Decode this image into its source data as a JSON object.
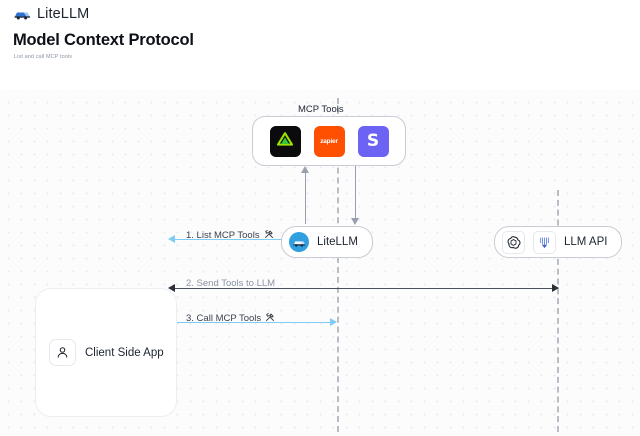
{
  "header": {
    "brand_name": "LiteLLM",
    "brand_logo_icon": "litellm-truck-logo"
  },
  "page": {
    "title": "Model Context Protocol",
    "subtitle": "List and call MCP tools"
  },
  "diagram": {
    "type": "sequence-diagram",
    "mcp_group": {
      "title": "MCP Tools",
      "tools": [
        {
          "name": "linear",
          "icon": "green-triangle-icon",
          "label": "",
          "bg": "#0b0b0d"
        },
        {
          "name": "zapier",
          "icon": "zapier-wordmark-icon",
          "label": "zapier",
          "bg": "#ff4f00"
        },
        {
          "name": "slack",
          "icon": "letter-s-icon",
          "label": "S",
          "bg": "#6c63f5"
        }
      ]
    },
    "nodes": [
      {
        "id": "litellm",
        "label": "LiteLLM",
        "icon": "litellm-avatar-icon"
      },
      {
        "id": "llm_api",
        "label": "LLM API",
        "icons": [
          "openai-logo-icon",
          "anthropic-logo-icon"
        ]
      },
      {
        "id": "client",
        "label": "Client Side App",
        "icon": "user-person-icon"
      }
    ],
    "edges": [
      {
        "step": "1",
        "label": "1. List MCP Tools",
        "emoji": "🛠",
        "color": "#7fcdf2",
        "direction": "bidirectional"
      },
      {
        "step": "2",
        "label": "2. Send Tools to LLM",
        "emoji": "",
        "color": "#2b2f36",
        "direction": "bidirectional"
      },
      {
        "step": "3",
        "label": "3. Call MCP Tools",
        "emoji": "🛠",
        "color": "#7fcdf2",
        "direction": "bidirectional"
      }
    ]
  },
  "colors": {
    "accent_blue": "#7fcdf2",
    "dark_arrow": "#2b2f36",
    "lifeline": "#b9bdc6",
    "canvas_bg": "#fcfcfd"
  }
}
